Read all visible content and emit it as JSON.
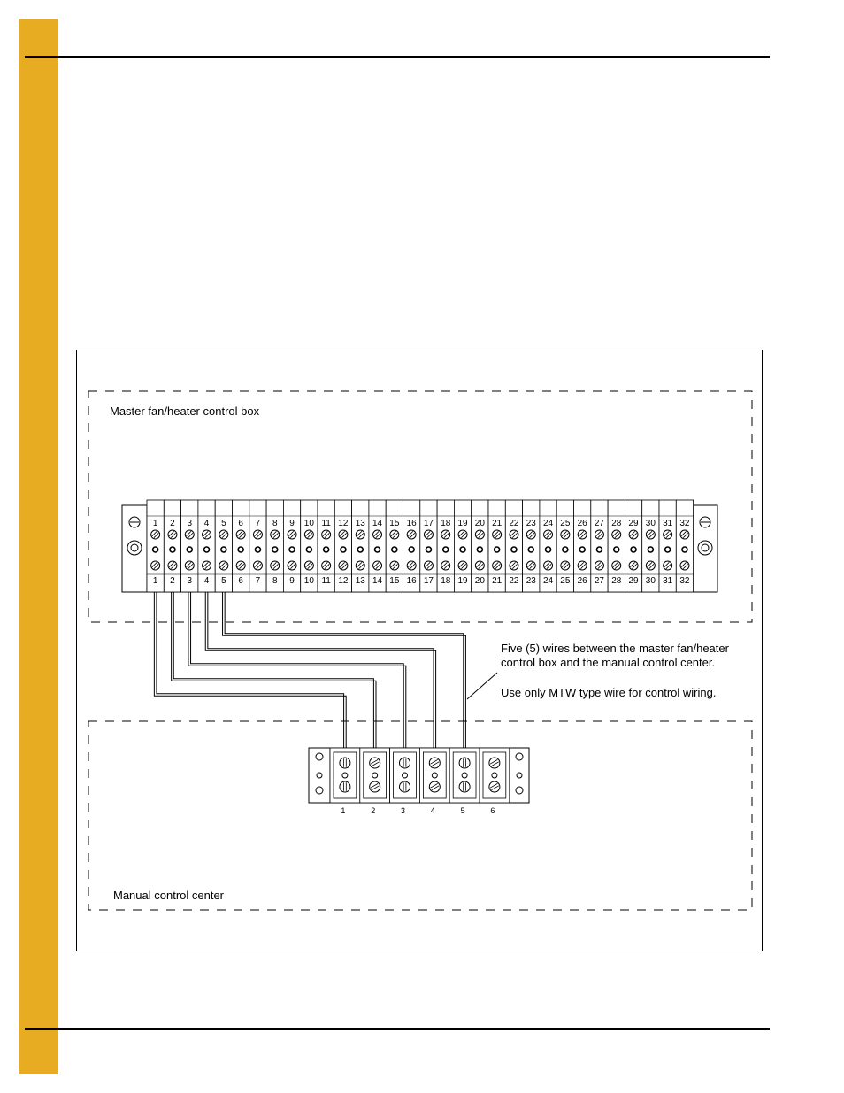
{
  "master_box": {
    "label": "Master fan/heater control box",
    "terminal_count": 32
  },
  "manual_center": {
    "label": "Manual control center",
    "terminal_count": 6
  },
  "wiring_note": {
    "line1": "Five (5) wires between the master fan/heater",
    "line2": "control box and the manual control center.",
    "line3": "Use only MTW type wire for control wiring."
  },
  "connections": [
    {
      "from": 1,
      "to": 1
    },
    {
      "from": 2,
      "to": 2
    },
    {
      "from": 3,
      "to": 3
    },
    {
      "from": 4,
      "to": 4
    },
    {
      "from": 5,
      "to": 5
    }
  ],
  "colors": {
    "side_tab": "#e8ac22",
    "rules": "#000000"
  }
}
